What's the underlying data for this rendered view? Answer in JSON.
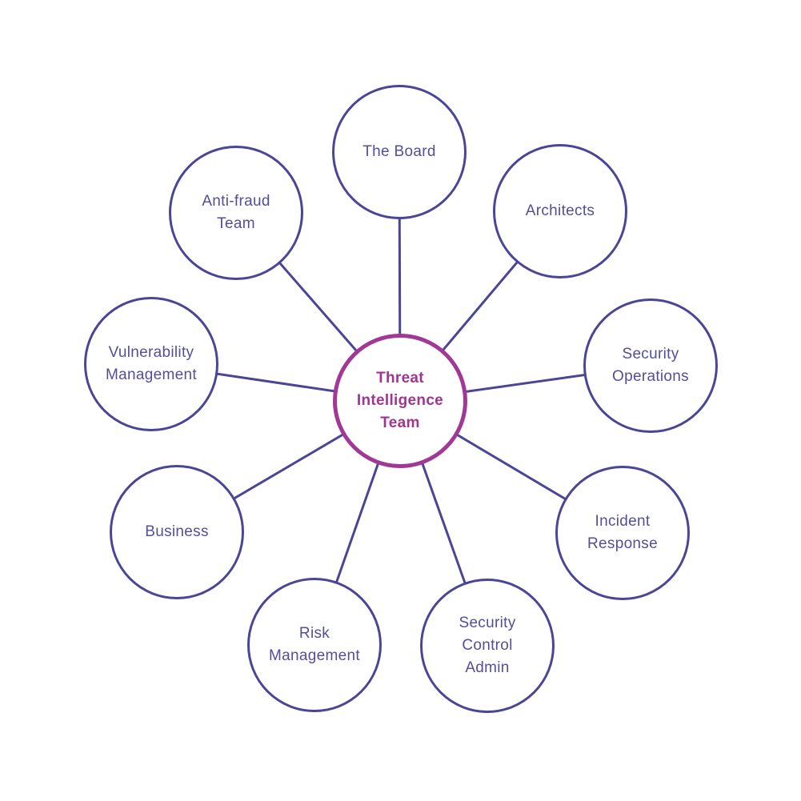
{
  "diagram": {
    "title": "Threat Intelligence Team relationships diagram",
    "center": {
      "id": "threat-intelligence-team",
      "label": "Threat Intelligence Team"
    },
    "nodes": [
      {
        "id": "the-board",
        "label": "The Board"
      },
      {
        "id": "architects",
        "label": "Architects"
      },
      {
        "id": "security-operations",
        "label": "Security Operations"
      },
      {
        "id": "incident-response",
        "label": "Incident Response"
      },
      {
        "id": "security-control-admin",
        "label": "Security Control Admin"
      },
      {
        "id": "risk-management",
        "label": "Risk Management"
      },
      {
        "id": "business",
        "label": "Business"
      },
      {
        "id": "vulnerability-management",
        "label": "Vulnerability Management"
      },
      {
        "id": "anti-fraud-team",
        "label": "Anti-fraud Team"
      }
    ],
    "colors": {
      "background": "#ffffff",
      "node_stroke": "#4b4596",
      "node_text": "#544e99",
      "connector": "#4b4596",
      "center_stroke": "#a23896",
      "center_text": "#a13692",
      "node_fill": "#ffffff"
    }
  }
}
